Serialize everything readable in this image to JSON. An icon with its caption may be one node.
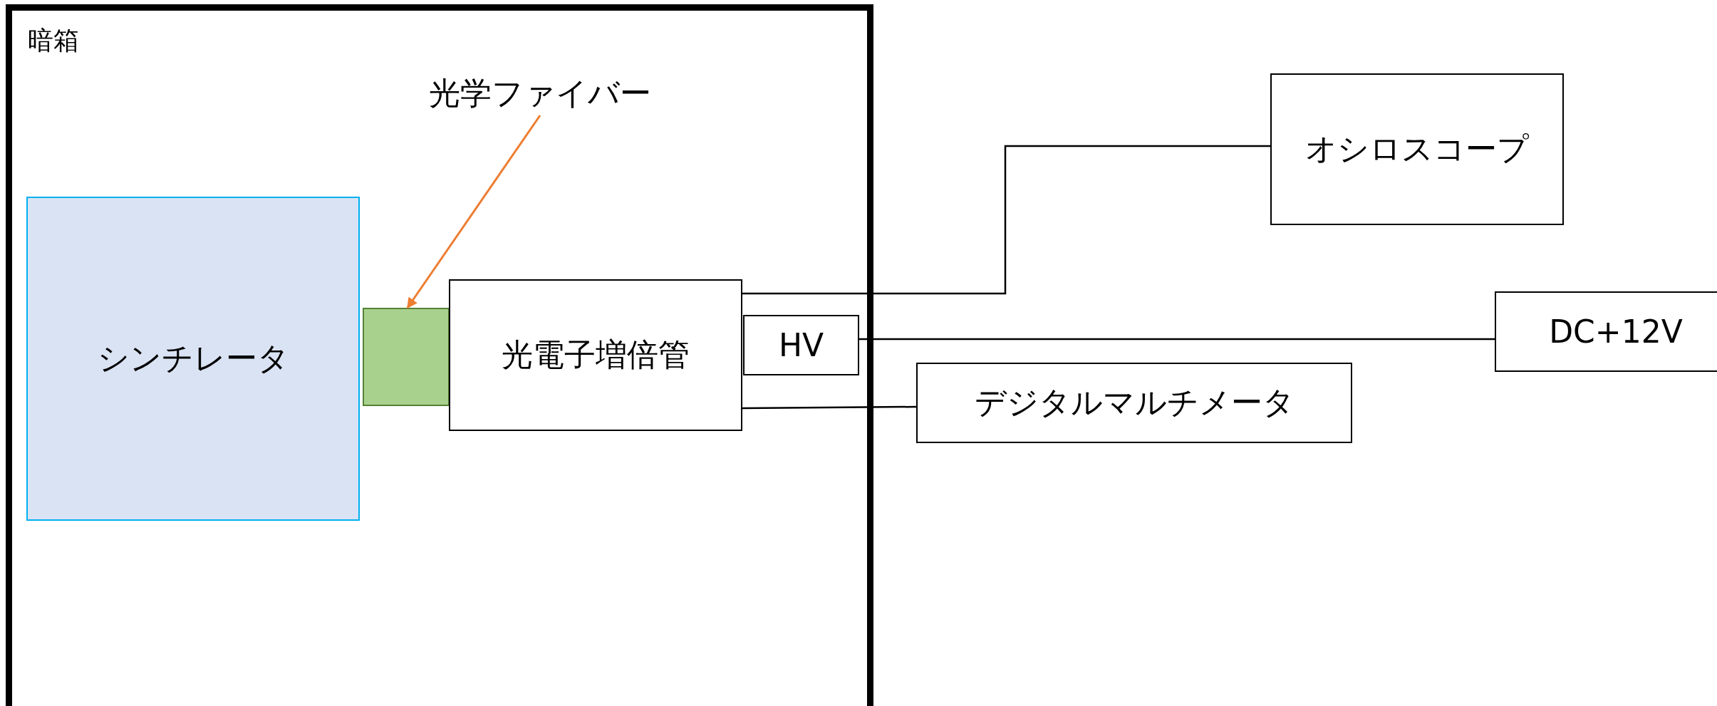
{
  "diagram": {
    "nodes": [
      {
        "text": [
          "暗箱"
        ]
      },
      {
        "text": [
          "光学ファイバー"
        ],
        "in": 0
      },
      {
        "text": [
          "シンチレータ"
        ],
        "in": 0
      },
      {
        "text": [],
        "shape": "box",
        "in": 0
      },
      {
        "text": [
          "光電子増倍管"
        ],
        "in": 0
      },
      {
        "text": [
          "HV"
        ],
        "in": 0
      },
      {
        "text": [
          "オシロスコープ"
        ]
      },
      {
        "text": [
          "DC+12V"
        ]
      },
      {
        "text": [
          "デジタルマルチメータ"
        ]
      }
    ],
    "edges": [
      {
        "from": 1,
        "to": 3,
        "arrow": "to",
        "color": "#ed7d31"
      },
      {
        "from": 4,
        "to": 6,
        "arrow": "none"
      },
      {
        "from": 5,
        "to": 7,
        "arrow": "none"
      },
      {
        "from": 4,
        "to": 8,
        "arrow": "none"
      }
    ]
  }
}
